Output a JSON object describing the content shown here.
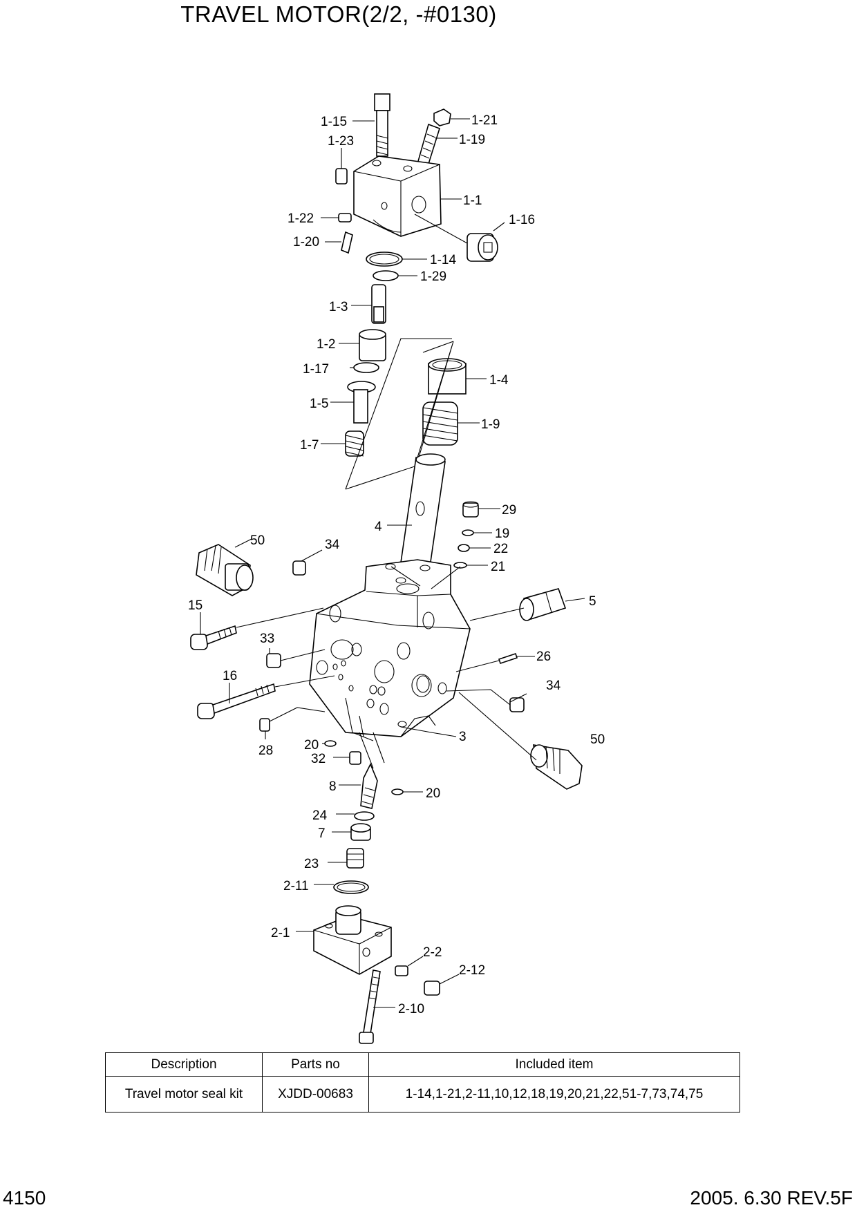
{
  "title": "TRAVEL MOTOR(2/2, -#0130)",
  "labels": [
    "1-15",
    "1-21",
    "1-23",
    "1-19",
    "1-1",
    "1-16",
    "1-22",
    "1-20",
    "1-14",
    "1-29",
    "1-3",
    "1-2",
    "1-17",
    "1-4",
    "1-5",
    "1-9",
    "1-7",
    "4",
    "29",
    "19",
    "22",
    "21",
    "50",
    "34",
    "5",
    "15",
    "33",
    "26",
    "16",
    "34",
    "3",
    "28",
    "20",
    "32",
    "50",
    "8",
    "20",
    "24",
    "7",
    "23",
    "2-11",
    "2-1",
    "2-2",
    "2-12",
    "2-10"
  ],
  "table": {
    "headers": [
      "Description",
      "Parts no",
      "Included item"
    ],
    "rows": [
      [
        "Travel motor seal kit",
        "XJDD-00683",
        "1-14,1-21,2-11,10,12,18,19,20,21,22,51-7,73,74,75"
      ]
    ]
  },
  "footer": {
    "page": "4150",
    "revision": "2005. 6.30  REV.5F"
  }
}
